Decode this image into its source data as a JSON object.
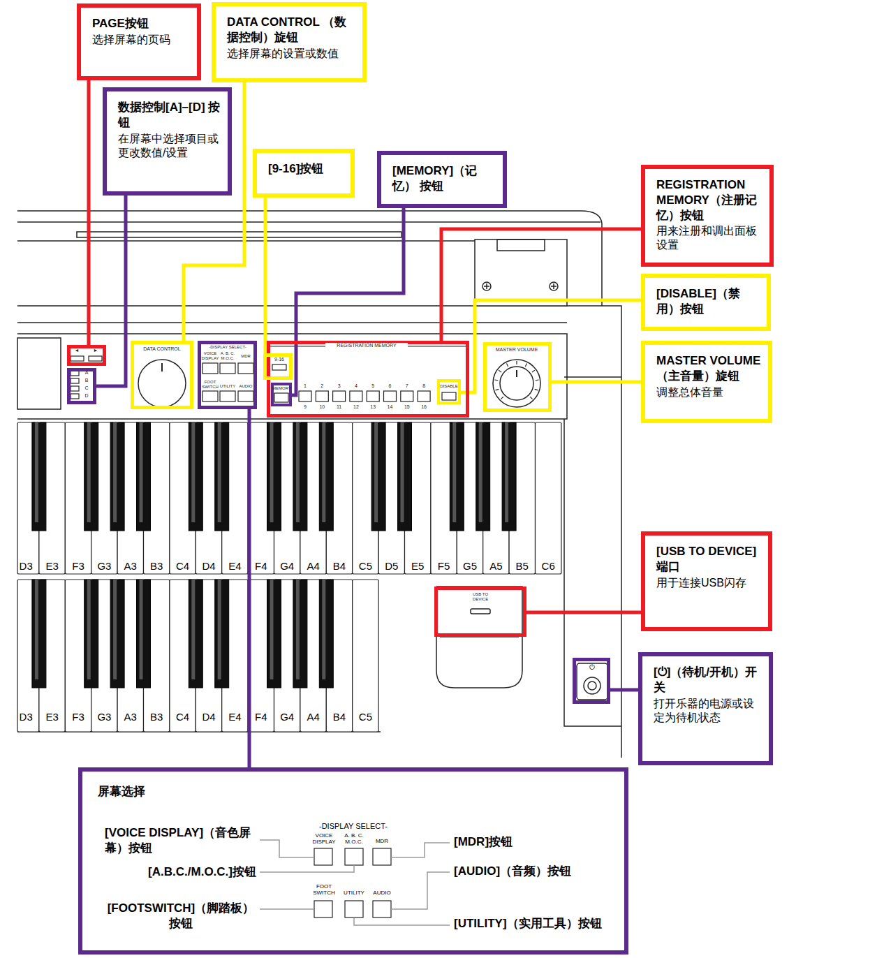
{
  "diagram": {
    "nodes": [
      {
        "text": [
          "PAGE按钮",
          "选择屏幕的页码"
        ]
      },
      {
        "text": [
          "DATA CONTROL （数据控制）旋钮",
          "选择屏幕的设置或数值"
        ]
      },
      {
        "text": [
          "数据控制[A]–[D] 按钮",
          "在屏幕中选择项目或更改数值/设置"
        ]
      },
      {
        "text": [
          "[9-16]按钮"
        ]
      },
      {
        "text": [
          "[MEMORY]（记忆） 按钮"
        ]
      },
      {
        "text": [
          "REGISTRATION MEMORY（注册记忆）按钮",
          "用来注册和调出面板设置"
        ]
      },
      {
        "text": [
          "[DISABLE]（禁用）按钮"
        ]
      },
      {
        "text": [
          "MASTER VOLUME（主音量）旋钮",
          "调整总体音量"
        ]
      },
      {
        "text": [
          "[USB TO DEVICE] 端口",
          "用于连接USB闪存"
        ]
      },
      {
        "text": [
          "[⏻]（待机/开机）开关",
          "打开乐器的电源或设定为待机状态"
        ]
      },
      {
        "text": [
          "屏幕选择"
        ]
      },
      {
        "text": [
          "◄",
          "►"
        ]
      },
      {
        "text": [
          "A",
          "B",
          "C",
          "D"
        ]
      },
      {
        "text": [
          "DATA CONTROL"
        ]
      },
      {
        "text": [
          "-DISPLAY SELECT-",
          "VOICE DISPLAY",
          "A. B. C. M.O.C.",
          "MDR",
          "FOOT SWITCH",
          "UTILITY",
          "AUDIO"
        ]
      },
      {
        "text": [
          "REGISTRATION MEMORY",
          "1",
          "2",
          "3",
          "4",
          "5",
          "6",
          "7",
          "8",
          "9",
          "10",
          "11",
          "12",
          "13",
          "14",
          "15",
          "16"
        ]
      },
      {
        "text": [
          "9-16"
        ]
      },
      {
        "text": [
          "MEMORY"
        ],
        "in": 15
      },
      {
        "text": [
          "DISABLE"
        ],
        "in": 15
      },
      {
        "text": [
          "MASTER VOLUME"
        ]
      },
      {
        "text": [
          "USB TO DEVICE"
        ]
      },
      {
        "text": [
          "⏻"
        ]
      }
    ],
    "edges": [
      {
        "from": 0,
        "to": 11,
        "arrow": "none"
      },
      {
        "from": 2,
        "to": 12,
        "arrow": "none"
      },
      {
        "from": 1,
        "to": 13,
        "arrow": "none"
      },
      {
        "from": 3,
        "to": 16,
        "arrow": "none"
      },
      {
        "from": 4,
        "to": 17,
        "arrow": "none"
      },
      {
        "from": 5,
        "to": 15,
        "arrow": "none"
      },
      {
        "from": 6,
        "to": 18,
        "arrow": "none"
      },
      {
        "from": 7,
        "to": 19,
        "arrow": "none"
      },
      {
        "from": 8,
        "to": 20,
        "arrow": "none"
      },
      {
        "from": 9,
        "to": 21,
        "arrow": "none"
      },
      {
        "from": 10,
        "to": 14,
        "arrow": "none"
      }
    ],
    "labels": [
      "D3",
      "E3",
      "F3",
      "G3",
      "A3",
      "B3",
      "C4",
      "D4",
      "E4",
      "F4",
      "G4",
      "A4",
      "B4",
      "C5",
      "D5",
      "E5",
      "F5",
      "G5",
      "A5",
      "B5",
      "C6",
      "D3",
      "E3",
      "F3",
      "G3",
      "A3",
      "B3",
      "C4",
      "D4",
      "E4",
      "F4",
      "G4",
      "A4",
      "B4",
      "C5",
      "-DISPLAY SELECT-",
      "VOICE DISPLAY",
      "A. B. C. M.O.C.",
      "MDR",
      "FOOT SWITCH",
      "UTILITY",
      "AUDIO",
      "[VOICE DISPLAY]（音色屏幕）按钮",
      "[A.B.C./M.O.C.]按钮",
      "[FOOTSWITCH]（脚踏板） 按钮",
      "[MDR]按钮",
      "[AUDIO]（音频）按钮",
      "[UTILITY]（实用工具）按钮"
    ]
  }
}
